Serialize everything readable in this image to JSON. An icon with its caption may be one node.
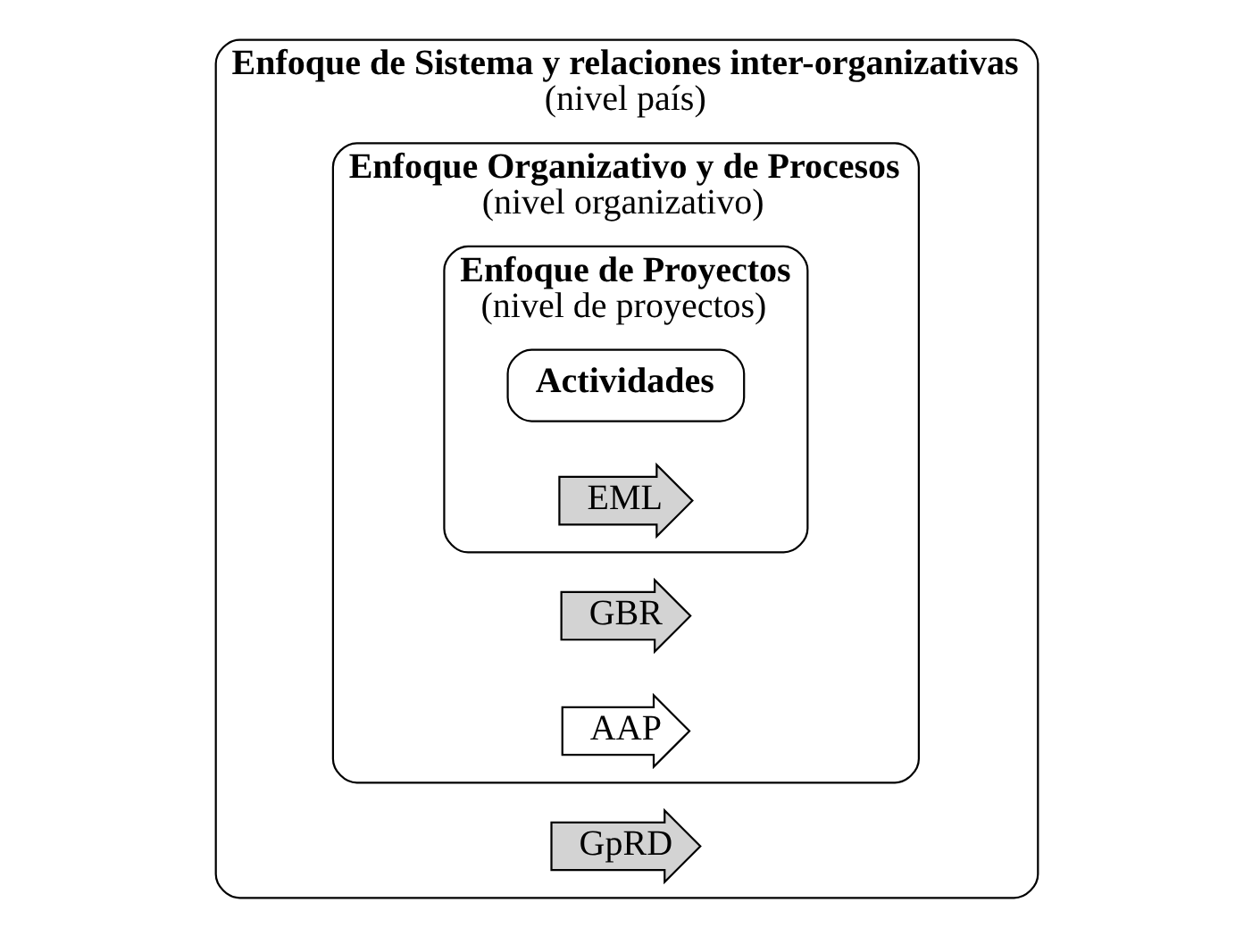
{
  "diagram": {
    "nodes": [
      {
        "text": [
          "Enfoque de Sistema y relaciones inter-organizativas",
          "(nivel país)"
        ]
      },
      {
        "text": [
          "Enfoque Organizativo y de Procesos",
          "(nivel organizativo)"
        ],
        "in": 0
      },
      {
        "text": [
          "Enfoque de Proyectos",
          "(nivel de proyectos)"
        ],
        "in": 1
      },
      {
        "text": [
          "Actividades"
        ],
        "in": 2
      },
      {
        "text": [
          "EML"
        ],
        "in": 2
      },
      {
        "text": [
          "GBR"
        ],
        "in": 1
      },
      {
        "text": [
          "AAP"
        ],
        "in": 1
      },
      {
        "text": [
          "GpRD"
        ],
        "in": 0
      }
    ]
  }
}
